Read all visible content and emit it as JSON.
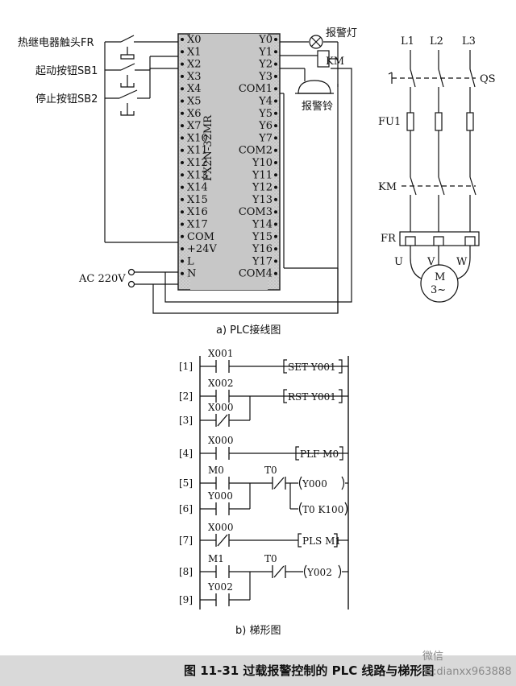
{
  "plc_wiring": {
    "input_labels": [
      "热继电器触头FR",
      "起动按钮SB1",
      "停止按钮SB2"
    ],
    "ac_label": "AC 220V",
    "plc_model": "FX2N-32MR",
    "left_terminals": [
      "X0",
      "X1",
      "X2",
      "X3",
      "X4",
      "X5",
      "X6",
      "X7",
      "X10",
      "X11",
      "X12",
      "X13",
      "X14",
      "X15",
      "X16",
      "X17",
      "COM",
      "+24V",
      "L",
      "N"
    ],
    "right_terminals": [
      "Y0",
      "Y1",
      "Y2",
      "Y3",
      "COM1",
      "Y4",
      "Y5",
      "Y6",
      "Y7",
      "COM2",
      "Y10",
      "Y11",
      "Y12",
      "Y13",
      "COM3",
      "Y14",
      "Y15",
      "Y16",
      "Y17",
      "COM4"
    ],
    "lamp_label": "报警灯",
    "km_label": "KM",
    "bell_label": "报警铃",
    "subtitle": "a) PLC接线图"
  },
  "motor_circuit": {
    "phases": [
      "L1",
      "L2",
      "L3"
    ],
    "qs": "QS",
    "fu": "FU1",
    "km": "KM",
    "fr": "FR",
    "terminals": [
      "U",
      "V",
      "W"
    ],
    "motor_top": "M",
    "motor_bottom": "3~"
  },
  "ladder": {
    "rungs": [
      "[1]",
      "[2]",
      "[3]",
      "[4]",
      "[5]",
      "[6]",
      "[7]",
      "[8]",
      "[9]"
    ],
    "contacts": [
      "X001",
      "X002",
      "X000",
      "X000",
      "M0",
      "T0",
      "Y000",
      "X000",
      "M1",
      "T0",
      "Y002"
    ],
    "instructions": [
      "SET Y001",
      "RST Y001",
      "PLF  M0",
      "Y000",
      "T0 K100",
      "PLS M1",
      "Y002"
    ],
    "subtitle": "b) 梯形图"
  },
  "caption": "图 11-31   过载报警控制的 PLC 线路与梯形图",
  "watermark": "微信号:dianxx963888"
}
